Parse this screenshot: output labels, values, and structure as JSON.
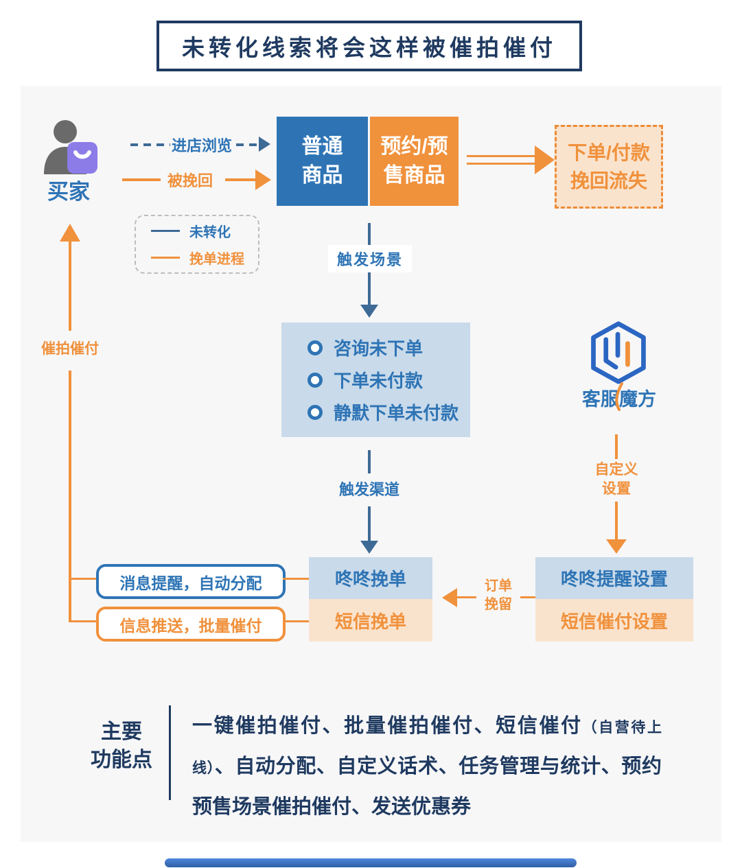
{
  "title": "未转化线索将会这样被催拍催付",
  "colors": {
    "navy": "#1f3a60",
    "blue": "#2e74b5",
    "steel_blue": "#3e6a96",
    "orange": "#f0913c",
    "light_blue_fill": "#c9daea",
    "light_orange_fill": "#fae3cd",
    "panel_gray": "#f7f7f8",
    "bag_purple": "#8b7ce8"
  },
  "buyer": {
    "label": "买家"
  },
  "flow": {
    "browse_label": "进店浏览",
    "recover_label": "被挽回",
    "trigger_scene_label": "触发场景",
    "trigger_channel_label": "触发渠道",
    "custom_setting": {
      "line1": "自定义",
      "line2": "设置"
    },
    "urge_label": "催拍催付",
    "order_retain": {
      "line1": "订单",
      "line2": "挽留"
    }
  },
  "legend": {
    "unconverted_label": "未转化",
    "rescue_label": "挽单进程"
  },
  "products": {
    "normal": {
      "line1": "普通",
      "line2": "商品"
    },
    "presale": {
      "line1": "预约/预",
      "line2": "售商品"
    }
  },
  "lost_box": {
    "line1": "下单/付款",
    "line2": "挽回流失"
  },
  "scenarios": {
    "items": [
      "咨询未下单",
      "下单未付款",
      "静默下单未付款"
    ]
  },
  "logo": {
    "name": "客服魔方"
  },
  "rescue_boxes": {
    "dongdong": "咚咚挽单",
    "sms": "短信挽单"
  },
  "pills": {
    "blue": "消息提醒，自动分配",
    "orange": "信息推送，批量催付"
  },
  "settings_boxes": {
    "dongdong": "咚咚提醒设置",
    "sms": "短信催付设置"
  },
  "features": {
    "heading": {
      "line1": "主要",
      "line2": "功能点"
    },
    "segments": [
      {
        "text": "一键催拍催付、批量催拍催付、短信催付"
      },
      {
        "text": "（自营待上线）"
      },
      {
        "text": "、自动分配、自定义话术、任务管理与统计、预约预售场景催拍催付、发送优惠券"
      }
    ]
  }
}
